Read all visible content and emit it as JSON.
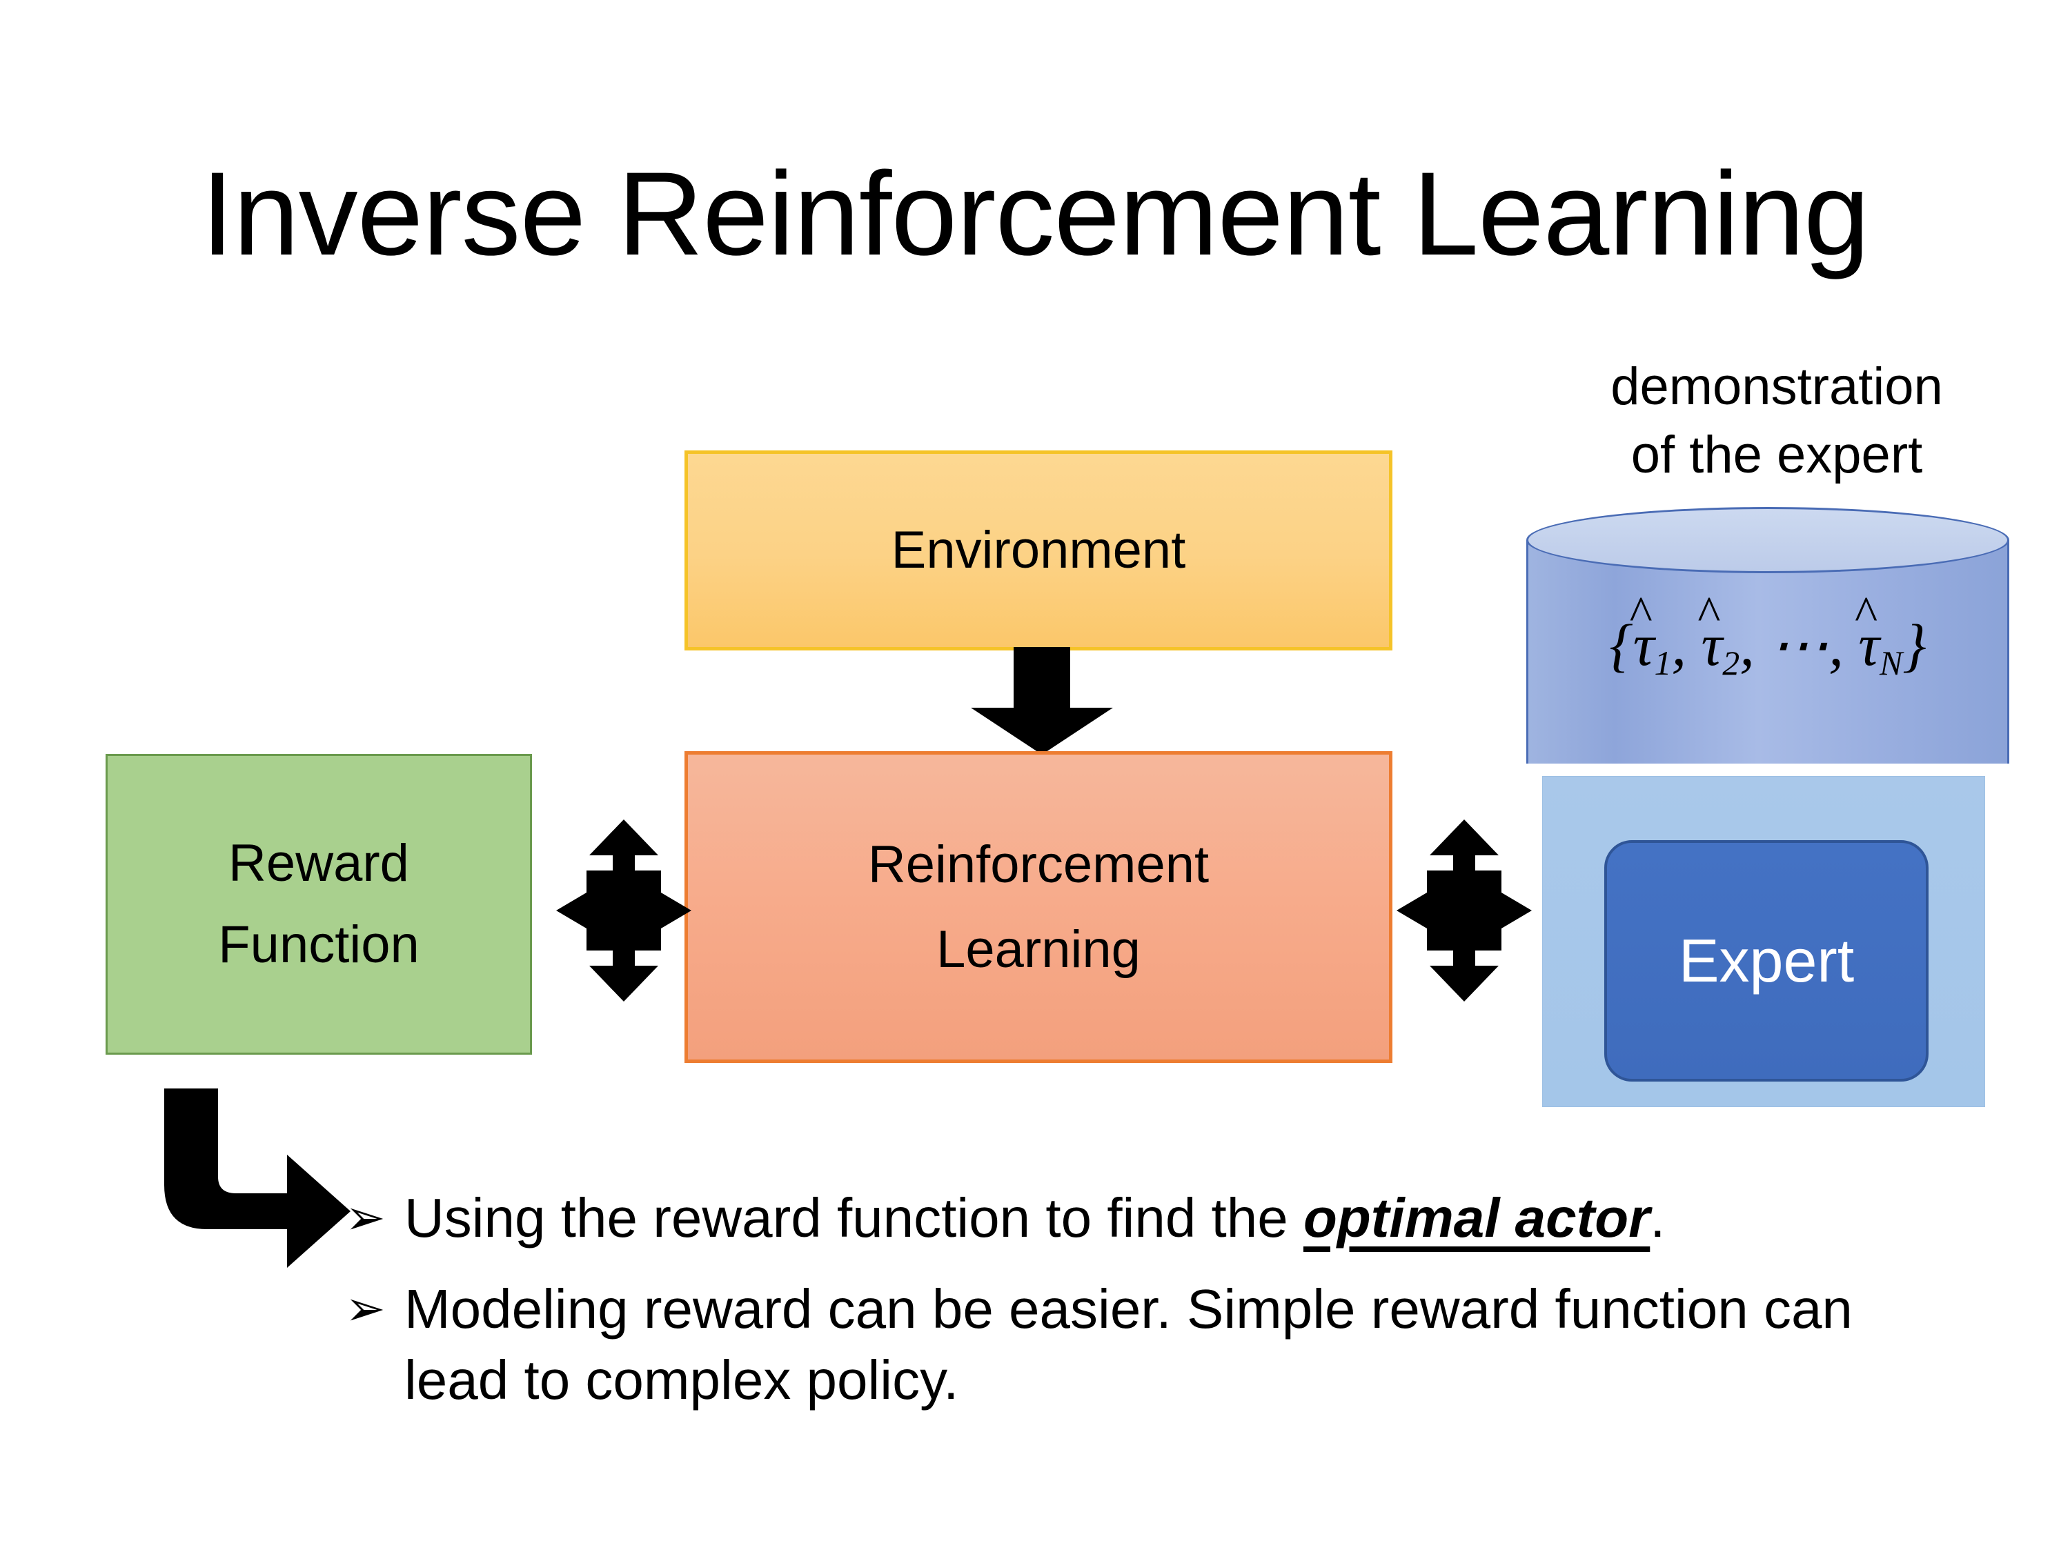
{
  "slide": {
    "title": "Inverse Reinforcement Learning",
    "background_color": "#ffffff"
  },
  "diagram": {
    "boxes": [
      {
        "name": "environment",
        "label": "Environment",
        "fill": "#fcd286",
        "border": "#f5c328",
        "text_color": "#000000"
      },
      {
        "name": "reinforcement-learning",
        "label_line1": "Reinforcement",
        "label_line2": "Learning",
        "fill": "#f7ab8b",
        "border": "#ed7d31",
        "text_color": "#000000"
      },
      {
        "name": "reward-function",
        "label_line1": "Reward",
        "label_line2": "Function",
        "fill": "#a9d08e",
        "border": "#6a9a4d",
        "text_color": "#000000"
      }
    ],
    "expert_cluster": {
      "caption_line1": "demonstration",
      "caption_line2": "of the expert",
      "cylinder": {
        "formula_open": "{",
        "tau1": "τ",
        "tau1_sub": "1",
        "sep1": ", ",
        "tau2": "τ",
        "tau2_sub": "2",
        "sep2": ", ",
        "ellipsis": "⋯",
        "sep3": ", ",
        "tauN": "τ",
        "tauN_sub": "N",
        "formula_close": "}",
        "hat": "^",
        "fill": "#9fb4e0",
        "border": "#4a6cb5"
      },
      "panel_fill": "#a9c8ea",
      "expert_button": {
        "label": "Expert",
        "fill": "#4472c4",
        "border": "#2f5597",
        "text_color": "#ffffff"
      }
    },
    "arrows": [
      {
        "name": "environment-to-rl",
        "type": "down-arrow",
        "color": "#000000"
      },
      {
        "name": "reward-rl-link",
        "type": "quad-arrow",
        "color": "#000000"
      },
      {
        "name": "rl-expert-link",
        "type": "quad-arrow",
        "color": "#000000"
      },
      {
        "name": "reward-to-bullets",
        "type": "elbow-arrow",
        "color": "#000000"
      }
    ]
  },
  "bullets": [
    {
      "marker": "➢",
      "text_before": "Using the reward function to find the ",
      "emphasis": "optimal actor",
      "text_after": "."
    },
    {
      "marker": "➢",
      "line1": "Modeling reward can be easier. Simple reward",
      "line2": "function can lead to complex policy."
    }
  ]
}
